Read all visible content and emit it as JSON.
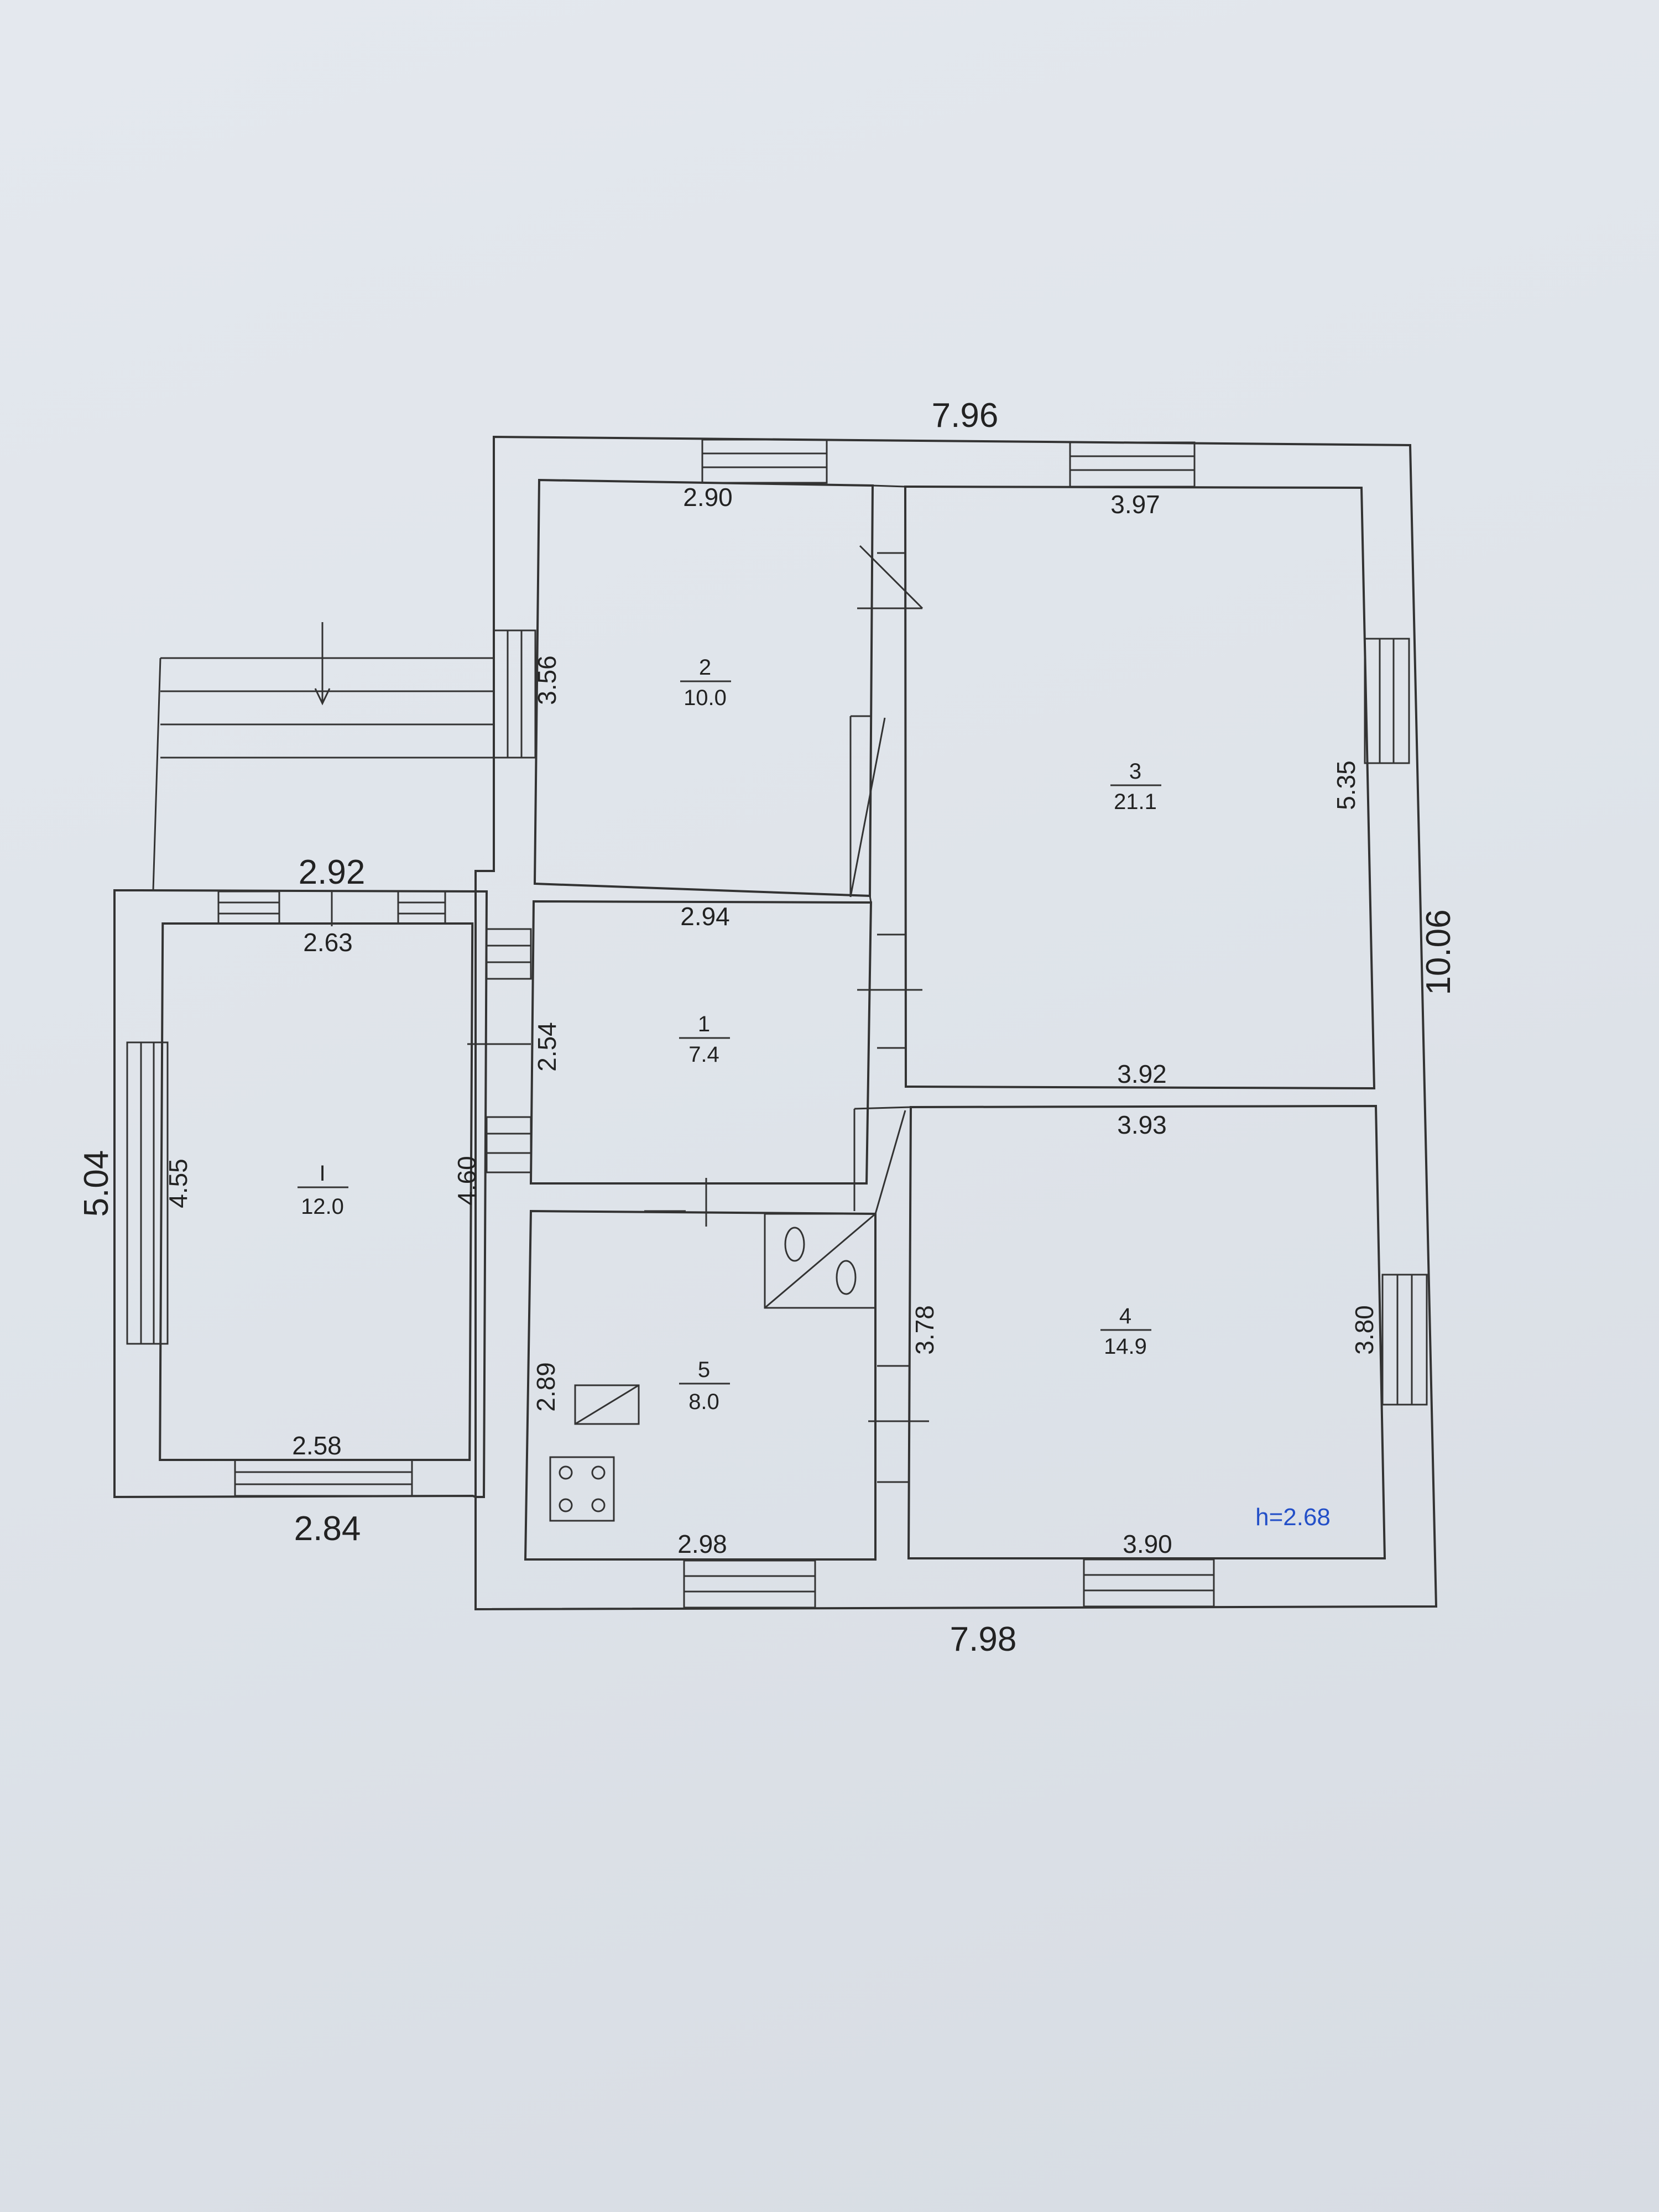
{
  "plan": {
    "overall": {
      "top_width": "7.96",
      "bottom_width": "7.98",
      "right_height": "10.06",
      "annex_top_width": "2.92",
      "annex_bottom_width": "2.84",
      "annex_height": "5.04"
    },
    "ceiling_height": "h=2.68",
    "rooms": [
      {
        "number": "1",
        "area": "7.4",
        "width": "2.94",
        "height": "2.54"
      },
      {
        "number": "2",
        "area": "10.0",
        "width": "2.90",
        "height": "3.56"
      },
      {
        "number": "3",
        "area": "21.1",
        "width_top": "3.97",
        "width_bottom": "3.92",
        "height": "5.35"
      },
      {
        "number": "4",
        "area": "14.9",
        "width_top": "3.93",
        "width_bottom": "3.90",
        "height_left": "3.78",
        "height_right": "3.80"
      },
      {
        "number": "5",
        "area": "8.0",
        "width": "2.98",
        "height": "2.89"
      },
      {
        "number": "I",
        "area": "12.0",
        "width_top": "2.63",
        "width_bottom": "2.58",
        "height_left": "4.55",
        "height_right": "4.60"
      }
    ]
  }
}
